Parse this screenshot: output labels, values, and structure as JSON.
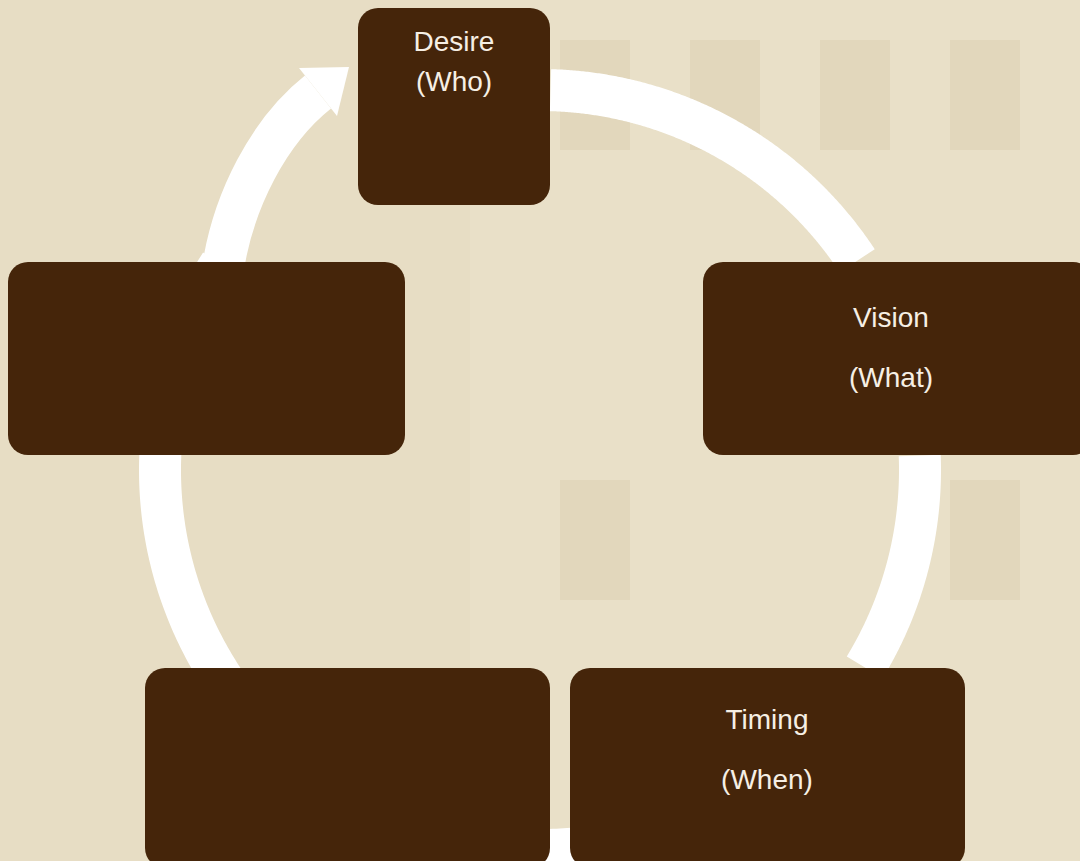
{
  "diagram": {
    "nodes": [
      {
        "text": [
          "Desire (Who)"
        ]
      },
      {
        "text": [
          "Vision (What)"
        ]
      },
      {
        "text": [
          "Timing (When)"
        ]
      }
    ],
    "edges": [
      {
        "from": 0,
        "to": 1,
        "arrow": "none"
      },
      {
        "from": 1,
        "to": 2,
        "arrow": "none"
      }
    ]
  }
}
